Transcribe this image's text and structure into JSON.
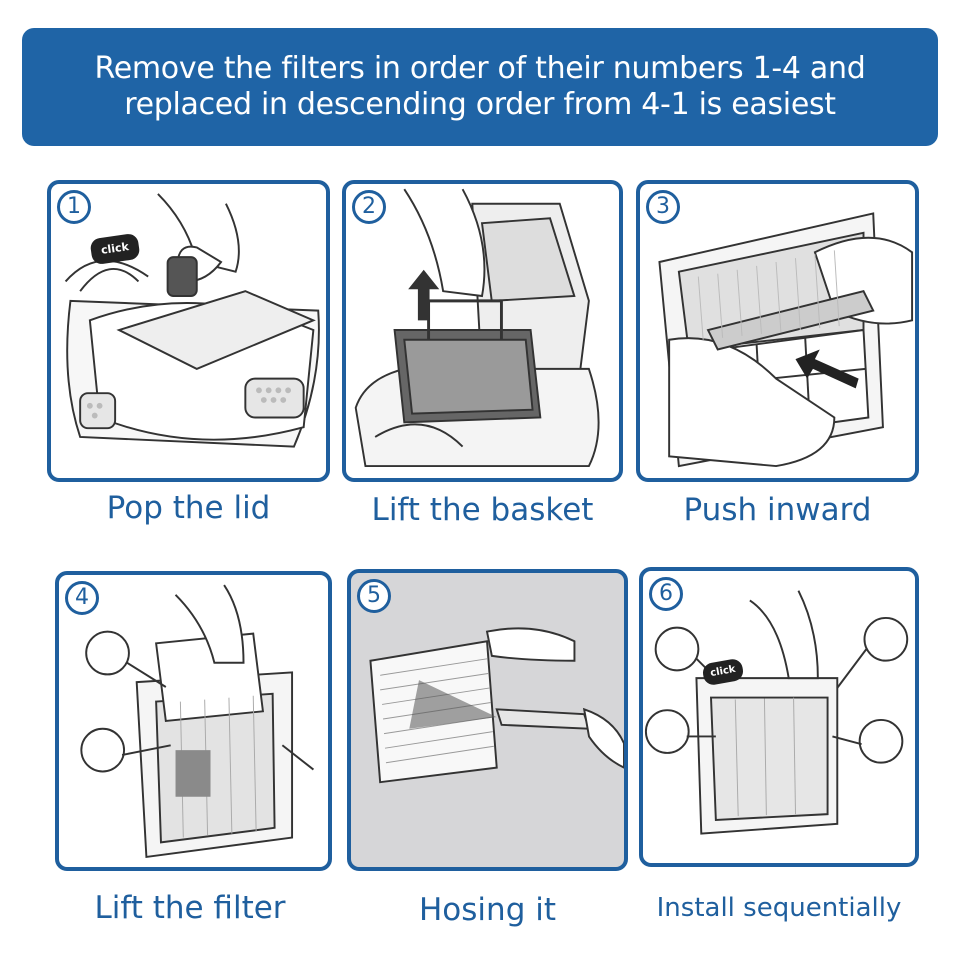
{
  "banner": {
    "line1": "Remove the filters in order of their numbers 1-4 and",
    "line2": "replaced in descending order from 4-1 is easiest"
  },
  "colors": {
    "brand_blue": "#1f64a6",
    "border_blue": "#1f5f9e",
    "panel_gray": "#d6d6d8"
  },
  "steps": [
    {
      "number": "1",
      "caption": "Pop the lid",
      "badge": "click"
    },
    {
      "number": "2",
      "caption": "Lift the basket"
    },
    {
      "number": "3",
      "caption": "Push inward"
    },
    {
      "number": "4",
      "caption": "Lift the filter"
    },
    {
      "number": "5",
      "caption": "Hosing it"
    },
    {
      "number": "6",
      "caption": "Install sequentially",
      "badge": "click"
    }
  ]
}
